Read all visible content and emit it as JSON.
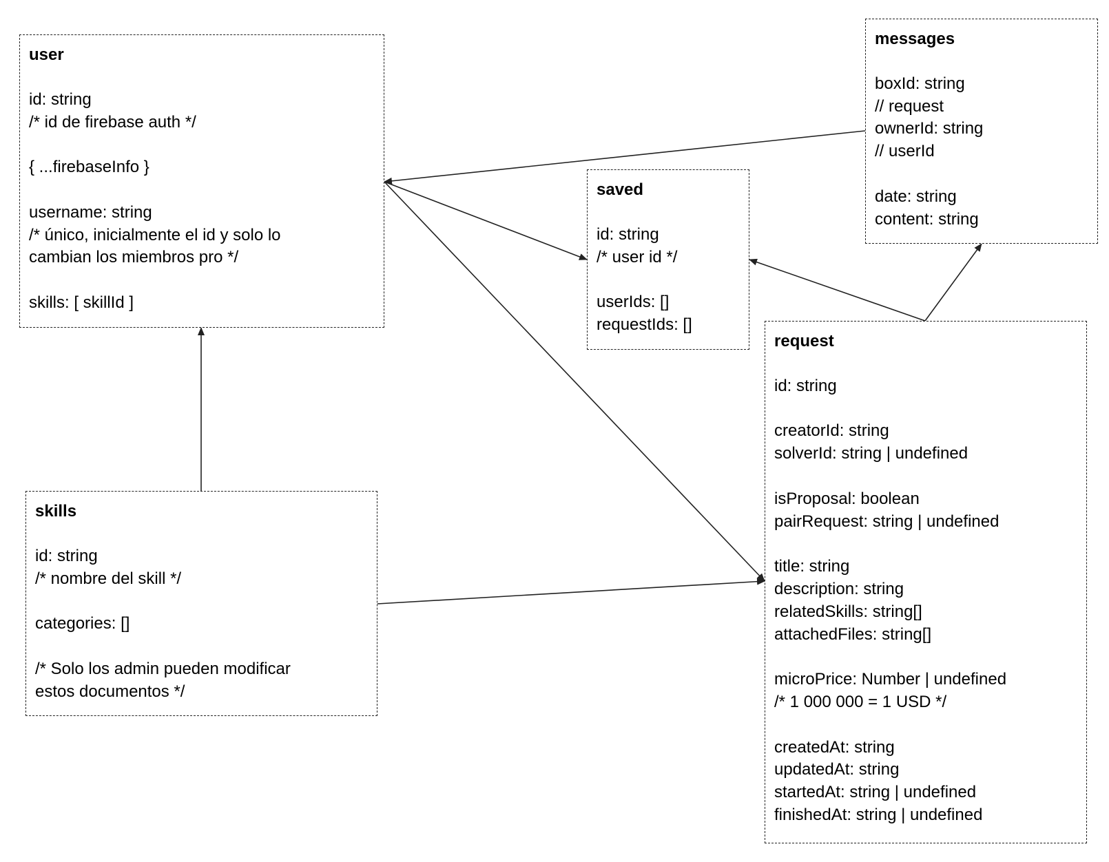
{
  "diagram": {
    "stroke_color": "#222222",
    "background_color": "#ffffff",
    "entities": {
      "user": {
        "title": "user",
        "lines": [
          "",
          "id: string",
          "/* id de firebase auth */",
          "",
          "{ ...firebaseInfo }",
          "",
          "username: string",
          "/* único, inicialmente el id y solo lo",
          "cambian los miembros pro */",
          "",
          "skills: [ skillId ]"
        ]
      },
      "messages": {
        "title": "messages",
        "lines": [
          "",
          "boxId: string",
          "// request",
          "ownerId: string",
          "// userId",
          "",
          "date: string",
          "content: string"
        ]
      },
      "saved": {
        "title": "saved",
        "lines": [
          "",
          "id: string",
          "/* user id */",
          "",
          "userIds: []",
          "requestIds: []"
        ]
      },
      "request": {
        "title": "request",
        "lines": [
          "",
          "id: string",
          "",
          "creatorId: string",
          "solverId: string | undefined",
          "",
          "isProposal: boolean",
          "pairRequest: string | undefined",
          "",
          "title: string",
          "description: string",
          "relatedSkills: string[]",
          "attachedFiles: string[]",
          "",
          "microPrice: Number | undefined",
          "/* 1 000 000 = 1 USD */",
          "",
          "createdAt: string",
          "updatedAt: string",
          "startedAt: string | undefined",
          "finishedAt: string | undefined"
        ]
      },
      "skills": {
        "title": "skills",
        "lines": [
          "",
          "id: string",
          "/* nombre del skill */",
          "",
          "categories: []",
          "",
          "/* Solo los admin pueden modificar",
          "estos documentos */"
        ]
      }
    },
    "connections": [
      {
        "from": "messages",
        "to": "user"
      },
      {
        "from": "user",
        "to": "saved"
      },
      {
        "from": "user",
        "to": "request"
      },
      {
        "from": "skills",
        "to": "user"
      },
      {
        "from": "skills",
        "to": "request"
      },
      {
        "from": "request",
        "to": "saved"
      },
      {
        "from": "request",
        "to": "messages"
      }
    ]
  }
}
